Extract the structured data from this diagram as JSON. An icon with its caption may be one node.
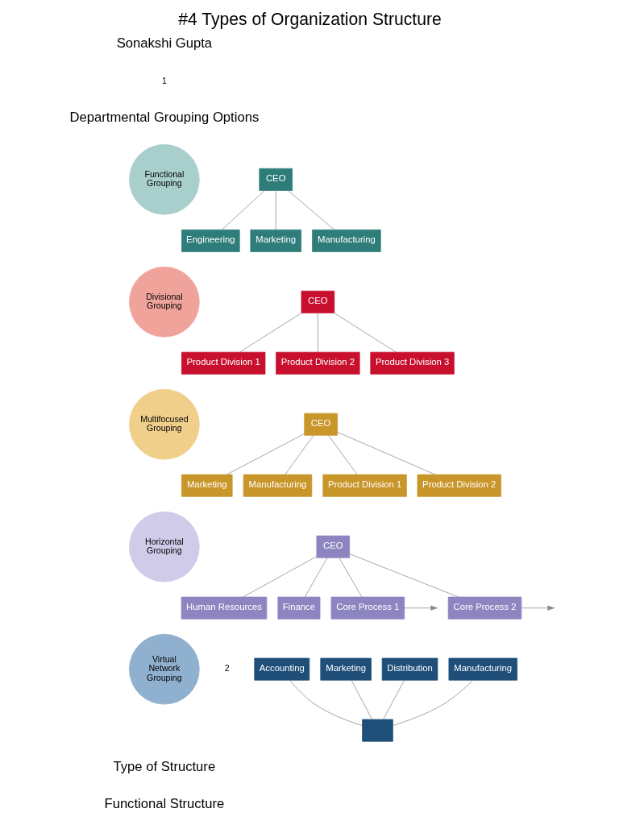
{
  "diagram": {
    "title": "#4 Types of Organization Structure",
    "nodes": [
      {
        "text": [
          "Functional Grouping"
        ]
      },
      {
        "text": [
          "CEO"
        ]
      },
      {
        "text": [
          "Engineering"
        ]
      },
      {
        "text": [
          "Marketing"
        ]
      },
      {
        "text": [
          "Manufacturing"
        ]
      },
      {
        "text": [
          "Divisional Grouping"
        ]
      },
      {
        "text": [
          "CEO"
        ]
      },
      {
        "text": [
          "Product Division 1"
        ]
      },
      {
        "text": [
          "Product Division 2"
        ]
      },
      {
        "text": [
          "Product Division 3"
        ]
      },
      {
        "text": [
          "Multifocused Grouping"
        ]
      },
      {
        "text": [
          "CEO"
        ]
      },
      {
        "text": [
          "Marketing"
        ]
      },
      {
        "text": [
          "Manufacturing"
        ]
      },
      {
        "text": [
          "Product Division 1"
        ]
      },
      {
        "text": [
          "Product Division 2"
        ]
      },
      {
        "text": [
          "Horizontal Grouping"
        ]
      },
      {
        "text": [
          "CEO"
        ]
      },
      {
        "text": [
          "Human Resources"
        ]
      },
      {
        "text": [
          "Finance"
        ]
      },
      {
        "text": [
          "Core Process 1"
        ]
      },
      {
        "text": [
          "Core Process 2"
        ]
      },
      {
        "text": [
          "Virtual Network Grouping"
        ]
      },
      {
        "text": [
          "Accounting"
        ]
      },
      {
        "text": [
          "Marketing"
        ]
      },
      {
        "text": [],
        "shape": "box"
      },
      {
        "text": [
          "Distribution"
        ]
      },
      {
        "text": [
          "Manufacturing"
        ]
      }
    ],
    "edges": [
      {
        "from": 1,
        "to": 2,
        "arrow": "none"
      },
      {
        "from": 1,
        "to": 3,
        "arrow": "none"
      },
      {
        "from": 1,
        "to": 4,
        "arrow": "none"
      },
      {
        "from": 6,
        "to": 7,
        "arrow": "none"
      },
      {
        "from": 6,
        "to": 8,
        "arrow": "none"
      },
      {
        "from": 6,
        "to": 9,
        "arrow": "none"
      },
      {
        "from": 11,
        "to": 12,
        "arrow": "none"
      },
      {
        "from": 11,
        "to": 13,
        "arrow": "none"
      },
      {
        "from": 11,
        "to": 14,
        "arrow": "none"
      },
      {
        "from": 11,
        "to": 15,
        "arrow": "none"
      },
      {
        "from": 17,
        "to": 18,
        "arrow": "none"
      },
      {
        "from": 17,
        "to": 19,
        "arrow": "none"
      },
      {
        "from": 17,
        "to": 20,
        "arrow": "none"
      },
      {
        "from": 17,
        "to": 21,
        "arrow": "none"
      },
      {
        "from": 20,
        "to": null,
        "arrow": "to"
      },
      {
        "from": 21,
        "to": null,
        "arrow": "to"
      },
      {
        "from": 23,
        "to": 25,
        "arrow": "none"
      },
      {
        "from": 24,
        "to": 25,
        "arrow": "none"
      },
      {
        "from": 26,
        "to": 25,
        "arrow": "none"
      },
      {
        "from": 27,
        "to": 25,
        "arrow": "none"
      }
    ],
    "labels": [
      "Sonakshi Gupta",
      "1",
      "Departmental Grouping Options",
      "2",
      "Type of Structure",
      "Functional Structure"
    ]
  }
}
